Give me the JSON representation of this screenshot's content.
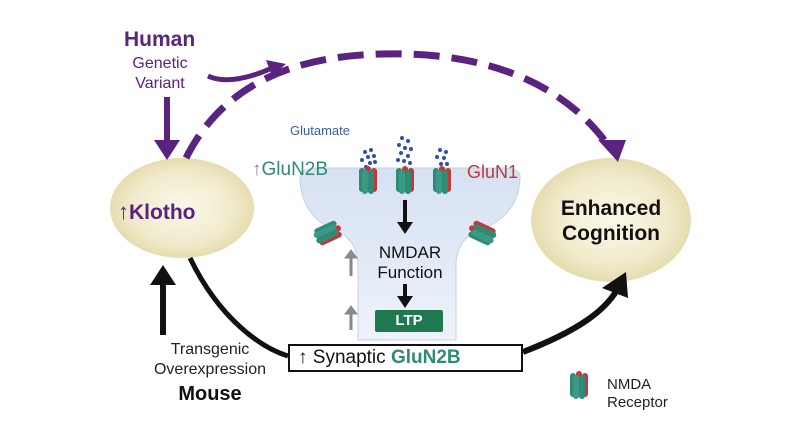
{
  "diagram": {
    "human_label": "Human",
    "genetic_variant": [
      "Genetic",
      "Variant"
    ],
    "klotho": {
      "arrow": "↑",
      "label": "Klotho"
    },
    "enhanced_cognition": [
      "Enhanced",
      "Cognition"
    ],
    "glutamate": "Glutamate",
    "glun2b": {
      "arrow": "↑",
      "label": "GluN2B"
    },
    "glun1": "GluN1",
    "nmdar_function": [
      "NMDAR",
      "Function"
    ],
    "ltp": "LTP",
    "synaptic": {
      "arrow": "↑",
      "label": "Synaptic",
      "receptor": "GluN2B"
    },
    "transgenic": [
      "Transgenic",
      "Overexpression"
    ],
    "mouse_label": "Mouse",
    "legend": [
      "NMDA",
      "Receptor"
    ],
    "colors": {
      "purple": "#5b2380",
      "teal": "#2f8a78",
      "red": "#c0393b",
      "green_ltp": "#1e7a4e",
      "node_fill": "#efe8c8",
      "spine_fill": "#dbe5f3",
      "glutamate_dots": "#2f4fb0"
    }
  }
}
